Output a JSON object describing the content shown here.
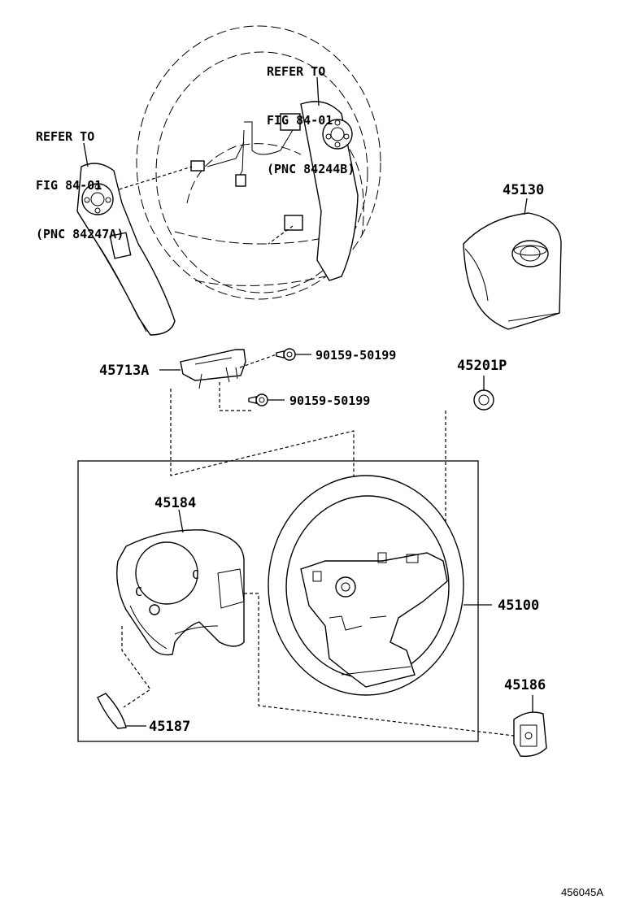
{
  "diagram": {
    "references": {
      "left": [
        "REFER TO",
        "FIG 84-01",
        "(PNC 84247A)"
      ],
      "top": [
        "REFER TO",
        "FIG 84-01",
        "(PNC 84244B)"
      ]
    },
    "part_labels": {
      "p45130": "45130",
      "p45713a": "45713A",
      "p90159_upper": "90159-50199",
      "p90159_lower": "90159-50199",
      "p45201p": "45201P",
      "p45184": "45184",
      "p45100": "45100",
      "p45186": "45186",
      "p45187": "45187"
    },
    "clip_marks": [
      "C",
      "C"
    ],
    "figure_id": "456045A"
  }
}
